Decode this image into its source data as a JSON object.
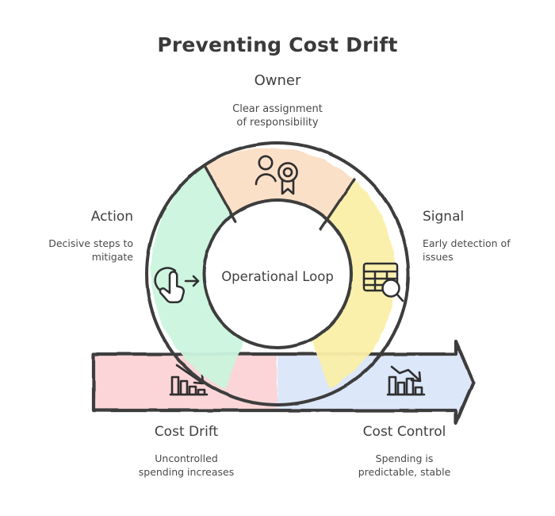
{
  "page": {
    "title": "Preventing Cost Drift",
    "background_color": "#ffffff",
    "ink_color": "#3c3c3c"
  },
  "center": {
    "label": "Operational Loop"
  },
  "cycle": {
    "segments": [
      {
        "key": "owner",
        "title": "Owner",
        "description": "Clear assignment\nof responsibility",
        "color": "#fbdfc6",
        "icon": "person-award-icon",
        "position": "top"
      },
      {
        "key": "signal",
        "title": "Signal",
        "description": "Early detection of\nissues",
        "color": "#faf0a8",
        "icon": "table-search-icon",
        "position": "right"
      },
      {
        "key": "action",
        "title": "Action",
        "description": "Decisive steps to\nmitigate",
        "color": "#cbf5de",
        "icon": "click-hand-arrow-icon",
        "position": "left"
      }
    ]
  },
  "arrow_bar": {
    "blocks": [
      {
        "key": "cost_drift",
        "title": "Cost Drift",
        "description": "Uncontrolled\nspending increases",
        "color": "#fbd3d5",
        "icon": "declining-bar-chart-icon"
      },
      {
        "key": "cost_control",
        "title": "Cost Control",
        "description": "Spending is\npredictable, stable",
        "color": "#dce6fa",
        "icon": "declining-bar-chart-icon"
      }
    ]
  }
}
